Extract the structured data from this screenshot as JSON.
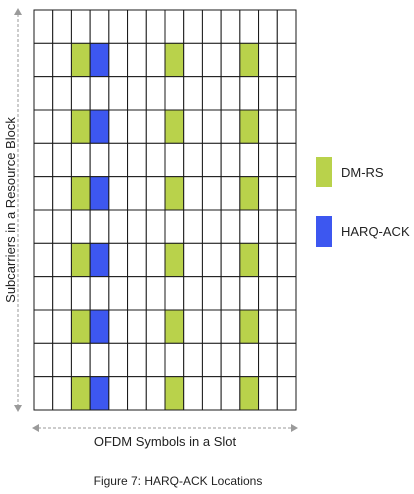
{
  "grid": {
    "columns": 14,
    "rows": 12,
    "colors": {
      "empty": "#ffffff",
      "dmrs": "#b9d24b",
      "harq": "#3d57f0",
      "border": "#1a1a1a"
    },
    "dmrs_positions": [
      [
        1,
        2
      ],
      [
        1,
        7
      ],
      [
        1,
        11
      ],
      [
        3,
        2
      ],
      [
        3,
        7
      ],
      [
        3,
        11
      ],
      [
        5,
        2
      ],
      [
        5,
        7
      ],
      [
        5,
        11
      ],
      [
        7,
        2
      ],
      [
        7,
        7
      ],
      [
        7,
        11
      ],
      [
        9,
        2
      ],
      [
        9,
        7
      ],
      [
        9,
        11
      ],
      [
        11,
        2
      ],
      [
        11,
        7
      ],
      [
        11,
        11
      ]
    ],
    "harq_positions": [
      [
        1,
        3
      ],
      [
        3,
        3
      ],
      [
        5,
        3
      ],
      [
        7,
        3
      ],
      [
        9,
        3
      ],
      [
        11,
        3
      ]
    ]
  },
  "axes": {
    "y_label": "Subcarriers in a Resource Block",
    "x_label": "OFDM Symbols in a Slot"
  },
  "legend": {
    "items": [
      {
        "label": "DM-RS",
        "color": "#b9d24b"
      },
      {
        "label": "HARQ-ACK",
        "color": "#3d57f0"
      }
    ]
  },
  "caption": "Figure 7: HARQ-ACK Locations"
}
